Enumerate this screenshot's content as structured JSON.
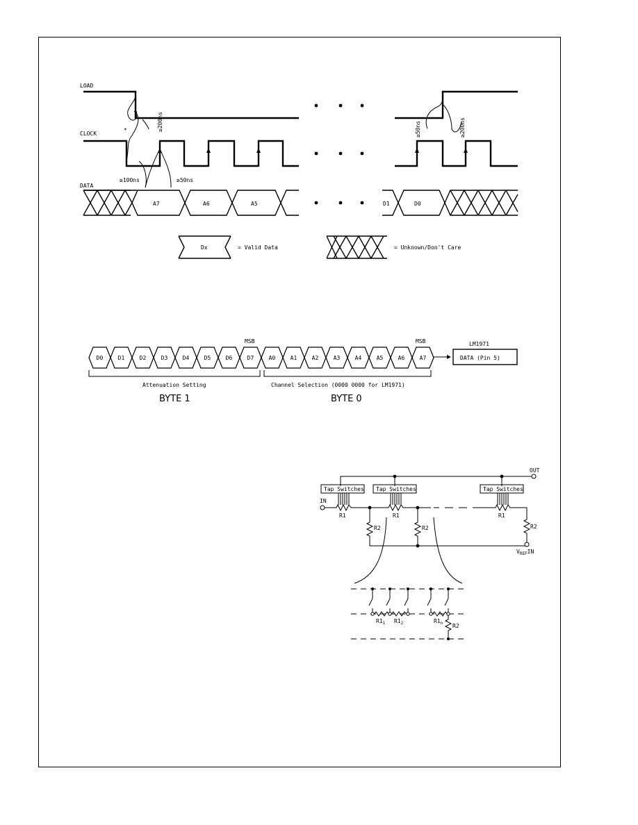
{
  "timing": {
    "signals": {
      "load": "LOAD",
      "clock": "CLOCK",
      "data": "DATA"
    },
    "asterisk": "*",
    "t_load_200": "≥200ns",
    "t_setup_100": "≥100ns",
    "t_hold_50": "≥50ns",
    "t_clk_load_50": "≥50ns",
    "t_load_end_200": "≥200ns",
    "data_cells": {
      "a7": "A7",
      "a6": "A6",
      "a5": "A5",
      "d1": "D1",
      "d0": "D0"
    },
    "legend": {
      "valid_cell": "Dx",
      "valid_text": "= Valid Data",
      "unknown_text": "= Unknown/Don't Care"
    }
  },
  "frame": {
    "byte1_cells": [
      "D0",
      "D1",
      "D2",
      "D3",
      "D4",
      "D5",
      "D6",
      "D7"
    ],
    "byte0_cells": [
      "A0",
      "A1",
      "A2",
      "A3",
      "A4",
      "A5",
      "A6",
      "A7"
    ],
    "msb_1": "MSB",
    "msb_0": "MSB",
    "chip_label": "LM1971",
    "data_pin_box": "DATA (Pin 5)",
    "attenuation_label": "Attenuation Setting",
    "channel_label": "Channel Selection (0000 0000 for LM1971)",
    "byte1": "BYTE 1",
    "byte0": "BYTE 0"
  },
  "ladder": {
    "out": "OUT",
    "in": "IN",
    "tap_switches": [
      "Tap Switches",
      "Tap Switches",
      "Tap Switches"
    ],
    "r1_labels": [
      "R1",
      "R1",
      "R1"
    ],
    "r2_labels": [
      "R2",
      "R2",
      "R2"
    ],
    "vref": "V",
    "vref_sub": "REF",
    "vref_suffix": "IN",
    "detail": {
      "r1_1": "R1",
      "r1_1_sub": "1",
      "r1_2": "R1",
      "r1_2_sub": "2",
      "r1_n": "R1",
      "r1_n_sub": "n",
      "r2": "R2"
    }
  }
}
